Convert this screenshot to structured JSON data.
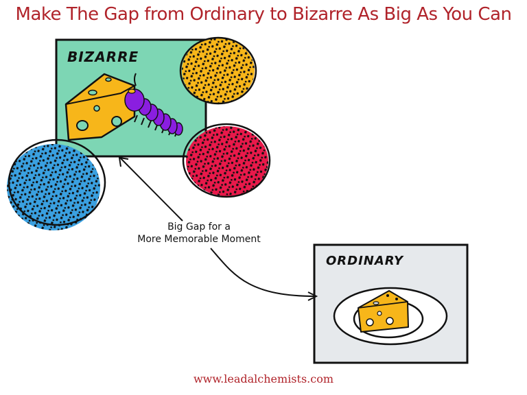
{
  "title": "Make The Gap from Ordinary to Bizarre As Big As You Can",
  "bizarre_panel": {
    "label": "Bizarre",
    "label_display": "BIZARRE",
    "background": "#7dd6b4",
    "illustration": "cheese wedge being eaten by purple caterpillar"
  },
  "ordinary_panel": {
    "label": "Ordinary",
    "label_display": "ORDINARY",
    "background": "#e6e9ec",
    "illustration": "cheese wedge on a white plate"
  },
  "circles": [
    {
      "name": "orange-circle",
      "color": "#f7b61a"
    },
    {
      "name": "red-circle",
      "color": "#e8194a"
    },
    {
      "name": "blue-circle",
      "color": "#3aa0e0"
    }
  ],
  "arrow": {
    "label_line1": "Big Gap for a",
    "label_line2": "More Memorable Moment",
    "direction": "bidirectional"
  },
  "footer": {
    "url": "www.leadalchemists.com"
  },
  "colors": {
    "title": "#b0232a",
    "cheese": "#f7b61a",
    "caterpillar": "#8a1ee0",
    "outline": "#111111"
  }
}
